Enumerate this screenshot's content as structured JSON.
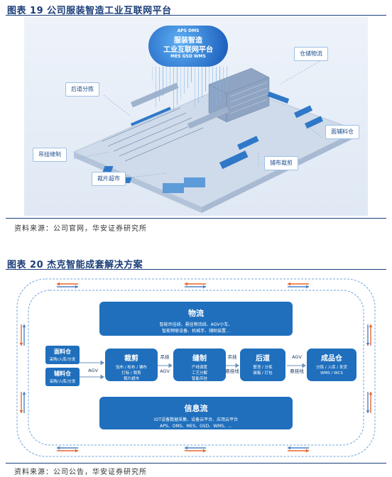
{
  "figure19": {
    "title": "图表 19 公司服装智造工业互联网平台",
    "cloud": {
      "line1": "APS  OMS",
      "line2": "服装智造",
      "line3": "工业互联网平台",
      "line4": "MES  GSD  WMS"
    },
    "tags": {
      "hangdao": "后道分拣",
      "cangchu": "仓储物流",
      "diaoguazhizhi": "吊挂缝制",
      "mianfuliaocang": "面辅料仓",
      "caipianchaoshi": "裁片超市",
      "pubucaijian": "铺布裁剪"
    },
    "source": "资料来源：公司官网，华安证券研究所"
  },
  "figure20": {
    "title": "图表 20 杰克智能成套解决方案",
    "wuliu": {
      "title": "物流",
      "line1": "智能吊挂线、悬挂物流线、AGV小车、",
      "line2": "智能物联设备、机械手、辅助装置..."
    },
    "xinxiliu": {
      "title": "信息流",
      "line1": "IOT设备数据采集、设备云平台、应用云平台",
      "line2": "APS、OMS、MES、GSD、WMS、..."
    },
    "mianliaocang": {
      "title": "面料仓",
      "sub": "采购/入库/分发"
    },
    "fuliaocang": {
      "title": "辅料仓",
      "sub": "采购/入库/分发"
    },
    "caijian": {
      "title": "裁剪",
      "line1": "验布 / 松布 / 铺布",
      "line2": "打标 / 裁剪",
      "line3": "裁片超市"
    },
    "fengzhi": {
      "title": "缝制",
      "line1": "产线调度",
      "line2": "工艺分解",
      "line3": "智能吊挂"
    },
    "houdao": {
      "title": "后道",
      "line1": "整烫 / 分拣",
      "line2": "装箱 / 打包"
    },
    "chengpincang": {
      "title": "成品仓",
      "line1": "分拣 / 入库 / 发货",
      "line2": "WMS / WCS"
    },
    "connectors": {
      "agv1": "AGV",
      "c2a": "吊挂",
      "c2b": "AGV",
      "c3a": "吊挂",
      "c3b": "悬挂线",
      "c4a": "AGV",
      "c4b": "悬挂线"
    },
    "source": "资料来源：公司公告，华安证券研究所"
  },
  "colors": {
    "heading": "#1a3d78",
    "box_blue": "#1f6fbd",
    "arrow_blue": "#4a84c7",
    "arrow_orange": "#e8662c",
    "dashed": "#6fa4dc"
  }
}
